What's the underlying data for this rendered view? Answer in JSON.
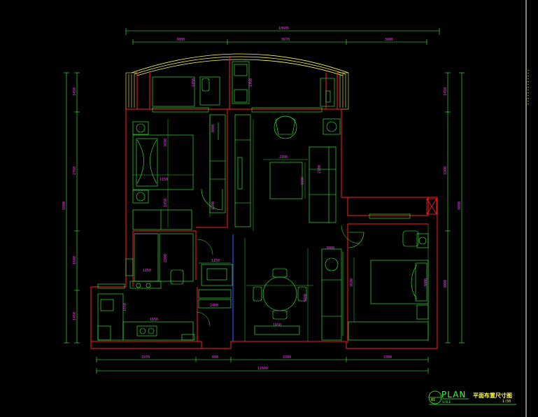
{
  "colors": {
    "background": "#000000",
    "wall": "#ff2020",
    "furniture": "#3cff3c",
    "dimension": "#3cff3c",
    "text": "#ff3cff",
    "window": "#ffff3c",
    "accent_blue": "#2b4cff",
    "frame": "#ffffff"
  },
  "title_block": {
    "plan_label": "PLAN",
    "name_cn": "平面布置尺寸图",
    "scale": "1:50",
    "sub_label": "SCALE",
    "number": "01"
  },
  "dimensions": {
    "top_overall": "10600",
    "top_segments": [
      "3000",
      "3670",
      "3000"
    ],
    "bottom_overall": "11600",
    "bottom_segments": [
      "3370",
      "600",
      "3700",
      "3300"
    ],
    "left_overall": "8800",
    "left_segments": [
      "1450",
      "2760",
      "1600",
      "1450"
    ],
    "right_overall": "8800",
    "right_segments": [
      "1450",
      "3300",
      "3000"
    ],
    "interior": [
      "1150",
      "3680",
      "1450",
      "3880",
      "2100",
      "3600",
      "1650",
      "2200",
      "2400",
      "1650",
      "3000",
      "1200"
    ]
  }
}
